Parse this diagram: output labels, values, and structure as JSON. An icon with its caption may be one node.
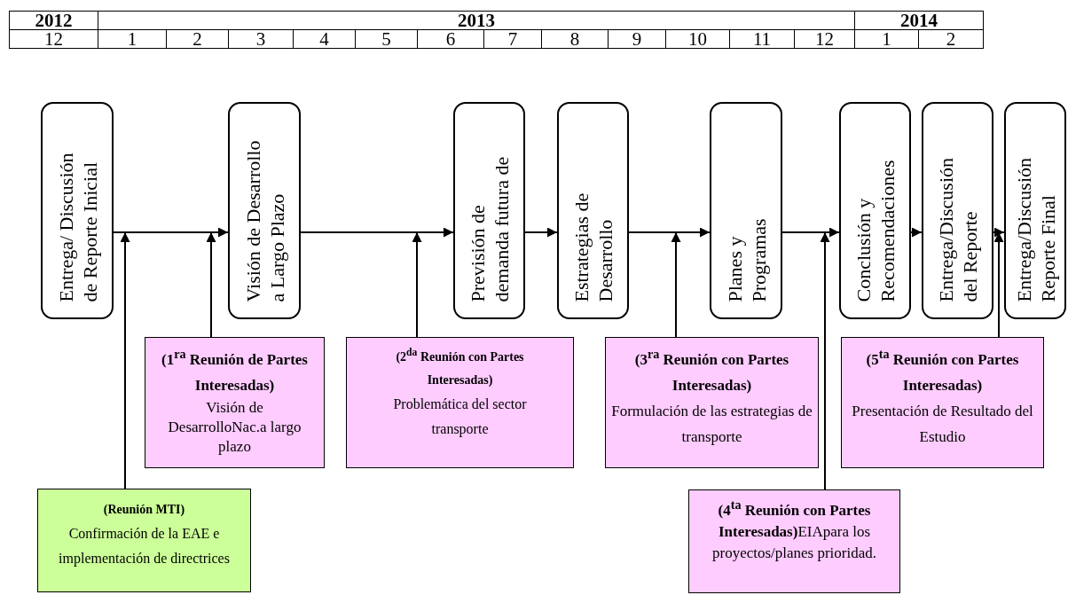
{
  "diagram": {
    "nodes": [
      {
        "text": [
          "Entrega/ Discusión de Reporte Inicial"
        ]
      },
      {
        "text": [
          "Visión de Desarrollo a Largo Plazo"
        ]
      },
      {
        "text": [
          "Previsión de demanda futura de"
        ]
      },
      {
        "text": [
          "Estrategias de Desarrollo"
        ]
      },
      {
        "text": [
          "Planes y Programas"
        ]
      },
      {
        "text": [
          "Conclusión y Recomendaciones"
        ]
      },
      {
        "text": [
          "Entrega/Discusión del Reporte"
        ]
      },
      {
        "text": [
          "Entrega/Discusión Reporte Final"
        ]
      },
      {
        "text": [
          "(1$^{ra}$ Reunión de Partes Interesadas)",
          "Visión de DesarrolloNac.a largo plazo"
        ]
      },
      {
        "text": [
          "(2$^{da}$ Reunión con Partes Interesadas)",
          "Problemática del sector transporte"
        ]
      },
      {
        "text": [
          "(3$^{ra}$ Reunión con Partes Interesadas)",
          "Formulación de las estrategias de transporte"
        ]
      },
      {
        "text": [
          "(5$^{ta}$ Reunión con Partes Interesadas)",
          "Presentación de Resultado del Estudio"
        ]
      },
      {
        "text": [
          "(Reunión MTI)",
          "Confirmación de la EAE e implementación de directrices"
        ]
      },
      {
        "text": [
          "(4$^{ta}$ Reunión con Partes Interesadas)",
          "EIApara los proyectos/planes prioridad."
        ]
      }
    ],
    "edges": [
      {
        "from": 0,
        "to": 1,
        "arrow": "to"
      },
      {
        "from": 1,
        "to": 2,
        "arrow": "to"
      },
      {
        "from": 2,
        "to": 3,
        "arrow": "to"
      },
      {
        "from": 3,
        "to": 4,
        "arrow": "to"
      },
      {
        "from": 4,
        "to": 5,
        "arrow": "to"
      },
      {
        "from": 5,
        "to": 6,
        "arrow": "to"
      },
      {
        "from": 6,
        "to": 7,
        "arrow": "to"
      },
      {
        "from": 12,
        "to": 0,
        "arrow": "to"
      },
      {
        "from": 8,
        "to": 1,
        "arrow": "to"
      },
      {
        "from": 9,
        "to": null,
        "arrow": "to"
      },
      {
        "from": 10,
        "to": null,
        "arrow": "to"
      },
      {
        "from": 13,
        "to": 5,
        "arrow": "to"
      },
      {
        "from": 11,
        "to": 7,
        "arrow": "to"
      }
    ],
    "labels": [
      "2012",
      "2013",
      "2014",
      "12",
      "1",
      "2",
      "3",
      "4",
      "5",
      "6",
      "7",
      "8",
      "9",
      "10",
      "11",
      "12",
      "1",
      "2"
    ]
  }
}
